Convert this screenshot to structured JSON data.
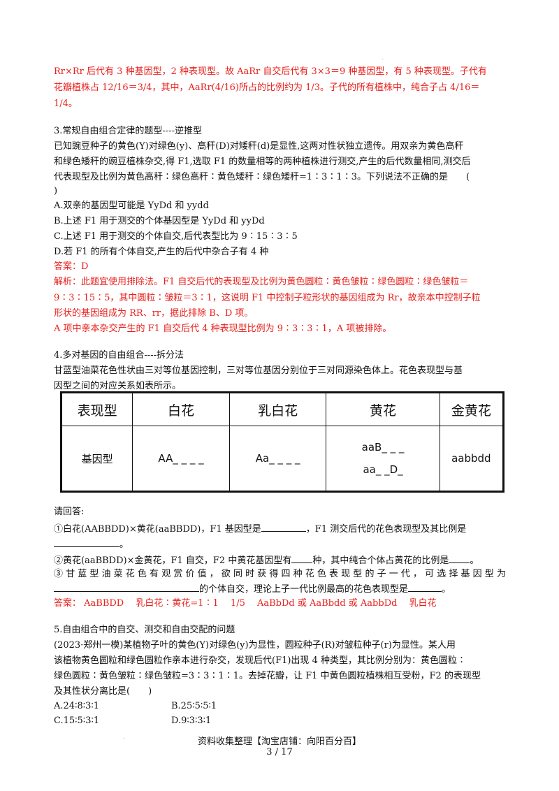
{
  "intro": {
    "line1": "Rr×Rr 后代有 3 种基因型，2 种表现型。故 AaRr 自交后代有 3×3＝9 种基因型，有 5 种表现型。子代有",
    "line2": "花瓣植株占 12/16＝3/4，其中，AaRr(4/16)所占的比例约为 1/3。子代的所有植株中，纯合子占 4/16＝",
    "line3": "1/4。"
  },
  "s3": {
    "title": "3.常规自由组合定律的题型----逆推型",
    "p1": "已知豌豆种子的黄色(Y)对绿色(y)、高秆(D)对矮秆(d)是显性,这两对性状独立遗传。用双亲为黄色高秆",
    "p2": "和绿色矮秆的豌豆植株杂交,得 F1,选取 F1 的数量相等的两种植株进行测交,产生的后代数量相同,测交后",
    "p3": "代表现型及比例为黄色高秆∶绿色高秆∶黄色矮秆∶绿色矮秆=1∶3∶1∶3。下列说法不正确的是　　(",
    "p4": ")",
    "optA": "A.双亲的基因型可能是 YyDd 和 yydd",
    "optB": "B.上述 F1 用于测交的个体基因型是 YyDd 和 yyDd",
    "optC": "C.上述 F1 用于测交的个体自交,后代表型比为 9∶15∶3∶5",
    "optD": "D.若 F1 的所有个体自交,产生的后代中杂合子有 4 种",
    "answer": "答案：D",
    "exp1": "解析：此题宜使用排除法。F1 自交后代的表现型及比例为黄色圆粒∶黄色皱粒∶绿色圆粒∶绿色皱粒＝",
    "exp2": "9∶3∶15∶5，其中圆粒∶皱粒＝3∶1，这说明 F1 中控制子粒形状的基因组成为 Rr，故亲本中控制子粒",
    "exp3": "形状的基因组成为 RR、rr，据此排除 B、D 项。",
    "exp4": "A 项中亲本杂交产生的 F1 自交后代 4 种表现型比例为 9∶3∶3∶1，A 项被排除。"
  },
  "s4": {
    "title": "4.多对基因的自由组合----拆分法",
    "p1": "甘蓝型油菜花色性状由三对等位基因控制，三对等位基因分别位于三对同源染色体上。花色表现型与基",
    "p2": "因型之间的对应关系如表所示。",
    "table": {
      "headers": [
        "表现型",
        "白花",
        "乳白花",
        "黄花",
        "金黄花"
      ],
      "row_label": "基因型",
      "white": "AA_ _ _ _",
      "milky": "Aa_ _ _ _",
      "yellow1": "aaB_ _ _",
      "yellow2": "aa_ _D_",
      "golden": "aabbdd"
    },
    "ask": "请回答:",
    "q1a": "①白花(AABBDD)×黄花(aaBBDD)，F1 基因型是",
    "q1b": "，F1 测交后代的花色表现型及其比例是",
    "q1c": "。",
    "q2a": "②黄花(aaBBDD)×金黄花，F1 自交，F2 中黄花基因型有",
    "q2b": "种，其中纯合个体占黄花的比例是",
    "q2c": "。",
    "q3a": "③ 甘 蓝 型 油 菜 花 色 有 观 赏 价 值 ， 欲 同 时 获 得 四 种 花 色 表 现 型 的 子 一 代 ， 可 选 择 基 因 型 为",
    "q3b": "的个体自交，理论上子一代比例最高的花色表现型是",
    "q3c": "。",
    "answer": "答案： AaBBDD　 乳白花∶黄花=1∶1　 1/5　 AaBbDd 或 AaBbdd 或 AabbDd　 乳白花"
  },
  "s5": {
    "title": "5.自由组合中的自交、测交和自由交配的问题",
    "p1": "(2023·郑州一模)某植物子叶的黄色(Y)对绿色(y)为显性，圆粒种子(R)对皱粒种子(r)为显性。某人用",
    "p2": "该植物黄色圆粒和绿色圆粒作亲本进行杂交，发现后代(F1)出现 4 种类型，其比例分别为：黄色圆粒∶",
    "p3": "绿色圆粒∶黄色皱粒∶绿色皱粒=3∶3∶1∶1。去掉花瓣，让 F1 中黄色圆粒植株相互受粉，F2 的表现型",
    "p4": "及其性状分离比是(　　)",
    "optA": "A.24∶8∶3∶1",
    "optB": "B.25∶5∶5∶1",
    "optC": "C.15∶5∶3∶1",
    "optD": "D.9∶3∶3∶1"
  },
  "footer": {
    "source": "资料收集整理【淘宝店铺：向阳百分百】",
    "page": "3 / 17"
  },
  "colors": {
    "answer_red": "#e8201c",
    "text": "#111111"
  }
}
